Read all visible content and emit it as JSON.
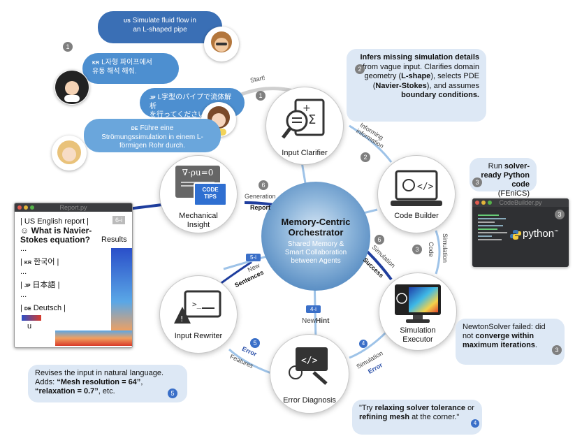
{
  "center": {
    "title_line1": "Memory-Centric",
    "title_line2": "Orchestrator",
    "sub_line1": "Shared Memory &",
    "sub_line2": "Smart Collaboration",
    "sub_line3": "between Agents"
  },
  "agents": {
    "input_clarifier": "Input Clarifier",
    "code_builder": "Code Builder",
    "simulation_executor_line1": "Simulation",
    "simulation_executor_line2": "Executor",
    "error_diagnosis": "Error Diagnosis",
    "input_rewriter": "Input Rewriter",
    "mechanical_insight_line1": "Mechanical",
    "mechanical_insight_line2": "Insight",
    "code_tips_line1": "CODE",
    "code_tips_line2": "TIPS",
    "formula": "∇·ρu=0"
  },
  "user_bubbles": {
    "us": {
      "code": "US",
      "line1": "Simulate fluid flow in",
      "line2": "an L-shaped pipe"
    },
    "kr": {
      "code": "KR",
      "line1": "L자형 파이프에서",
      "line2": "유동 해석 해줘."
    },
    "jp": {
      "code": "JP",
      "line1": "L字型のパイプで流体解析",
      "line2": "を行ってください。"
    },
    "de": {
      "code": "DE",
      "line1": "Führe eine",
      "line2": "Strömungssimulation in",
      "line3": "einem L-förmigen Rohr durch."
    }
  },
  "steps": {
    "start": "Start!",
    "one": "1",
    "two": "2",
    "three": "3",
    "four": "4",
    "four_i": "4-i",
    "five": "5",
    "five_i": "5-i",
    "six": "6",
    "six_i": "6-i"
  },
  "notes": {
    "clarifier": {
      "b1": "Infers missing simulation details",
      "t1": " from vague input. Clarifies domain geometry (",
      "b2": "L-shape",
      "t2": "), selects PDE (",
      "b3": "Navier-Stokes",
      "t3": "), and assumes ",
      "b4": "boundary conditions."
    },
    "codebuilder": {
      "t1": "Run ",
      "b1": "solver-ready Python code",
      "t2": "(FEniCS)"
    },
    "solver": {
      "t1": "NewtonSolver failed: did not ",
      "b1": "converge within maximum iterations",
      "t2": "."
    },
    "diagnosis": {
      "t1": "\"Try ",
      "b1": "relaxing solver tolerance",
      "t2": " or ",
      "b2": "refining mesh",
      "t3": " at the corner.\""
    },
    "rewriter": {
      "t1": "Revises the input in natural language. Adds: ",
      "b1": "“Mesh resolution = 64”",
      "t2": ", ",
      "b2": "“relaxation = 0.7”",
      "t3": ", etc."
    }
  },
  "edges": {
    "informing_line1": "Informing",
    "informing_line2": "information",
    "code": "Code",
    "simulation": "Simulation",
    "simulation2": "Simulation",
    "error": "Error",
    "error2": "Error",
    "features": "Features",
    "new": "New",
    "sentences": "Sentences",
    "new_hint_new": "New",
    "new_hint_hint": "Hint",
    "generation": "Generation",
    "report": "Report",
    "simulation_success_sim": "Simulation",
    "simulation_success": "Success"
  },
  "report_window": {
    "title": "Report.py",
    "badge": "6-i",
    "line1": "| US English report |",
    "line2": "What is Navier-",
    "line3": "Stokes equation?",
    "ellipsis": "...",
    "kr_code": "KR",
    "kr_text": "한국어 |",
    "jp_code": "JP",
    "jp_text": "日本語 |",
    "de_code": "DE",
    "de_text": "Deutsch |",
    "results": "Results",
    "legend_u": "u"
  },
  "code_window": {
    "title": "CodeBuilder.py",
    "python": "python",
    "tm": "™",
    "badge": "3"
  },
  "colors": {
    "primary": "#3a6fc8",
    "dark_line": "#1f3e9e",
    "light_line": "#9ec3e8",
    "grey": "#7f7f7f",
    "note_bg": "#dde8f5"
  }
}
